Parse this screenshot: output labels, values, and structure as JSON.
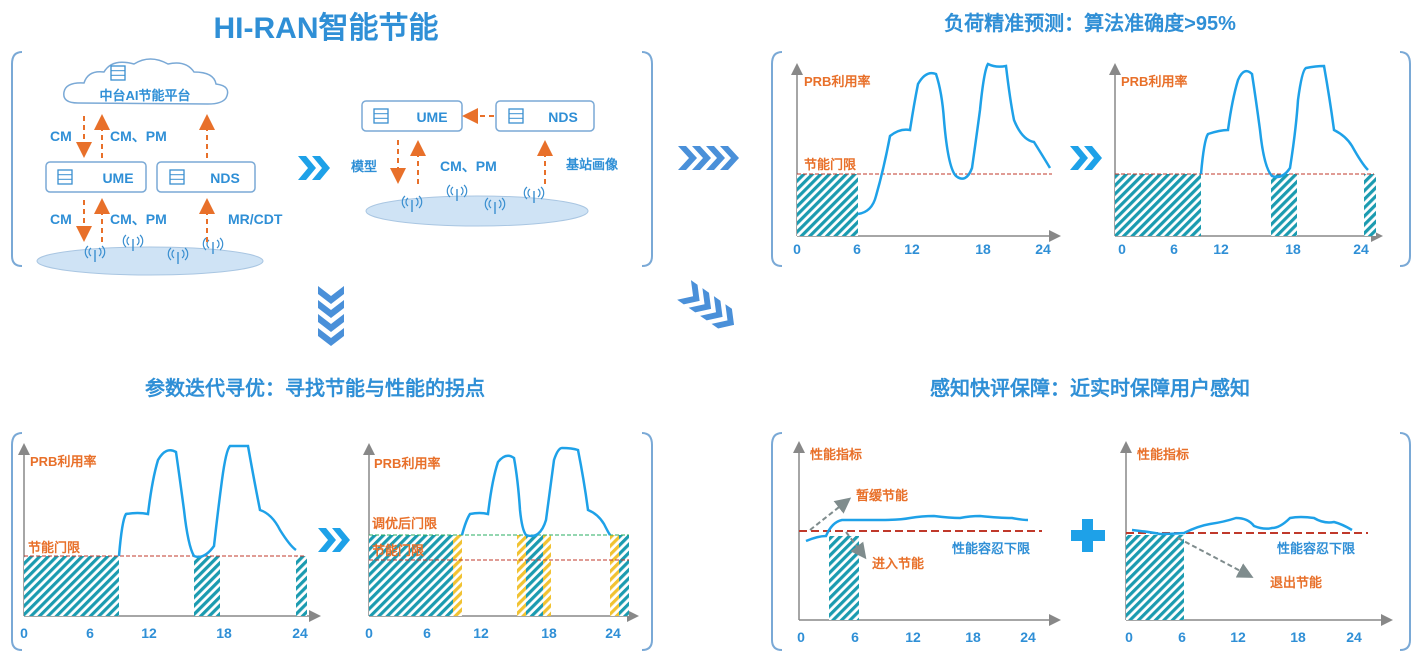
{
  "title": "HI-RAN智能节能",
  "sections": {
    "forecast": "负荷精准预测：算法准确度>95%",
    "tuning": "参数迭代寻优：寻找节能与性能的拐点",
    "perception": "感知快评保障：近实时保障用户感知"
  },
  "architecture": {
    "cloud_label": "中台AI节能平台",
    "ume": "UME",
    "nds": "NDS",
    "links": {
      "cm": "CM",
      "cm_pm": "CM、PM",
      "mr_cdt": "MR/CDT",
      "model": "模型",
      "site_profile": "基站画像"
    }
  },
  "labels": {
    "prb": "PRB利用率",
    "threshold": "节能门限",
    "tuned_threshold": "调优后门限",
    "perf_metric": "性能指标",
    "perf_lower_limit": "性能容忍下限",
    "slow_saving": "暂缓节能",
    "enter_saving": "进入节能",
    "exit_saving": "退出节能"
  },
  "colors": {
    "accent_blue": "#2f8fd6",
    "curve_blue": "#1ea1e8",
    "orange": "#e8702a",
    "threshold_red": "#c0392b",
    "hatch_teal": "#1b9bb0",
    "hatch_yellow": "#f1c232",
    "ellipse_fill": "#cfe3f5"
  },
  "chart_data": [
    {
      "type": "area",
      "x_ticks": [
        "0",
        "6",
        "12",
        "18",
        "24"
      ],
      "y_label": "PRB利用率",
      "threshold_label": "节能门限",
      "saving_windows_hours": [
        [
          0,
          6
        ]
      ]
    },
    {
      "type": "area",
      "x_ticks": [
        "0",
        "6",
        "12",
        "18",
        "24"
      ],
      "y_label": "PRB利用率",
      "saving_windows_hours": [
        [
          0,
          9
        ],
        [
          16,
          18.5
        ],
        [
          23.2,
          24
        ]
      ]
    },
    {
      "type": "area",
      "x_ticks": [
        "0",
        "6",
        "12",
        "18",
        "24"
      ],
      "y_label": "PRB利用率",
      "threshold_label": "节能门限",
      "saving_windows_hours": [
        [
          0,
          9
        ],
        [
          16,
          18.5
        ],
        [
          23.2,
          24
        ]
      ]
    },
    {
      "type": "area",
      "x_ticks": [
        "0",
        "6",
        "12",
        "18",
        "24"
      ],
      "y_label": "PRB利用率",
      "threshold_labels": [
        "调优后门限",
        "节能门限"
      ],
      "saving_windows_hours": [
        [
          0,
          9
        ],
        [
          15.5,
          18.5
        ],
        [
          23.2,
          24
        ]
      ]
    },
    {
      "type": "line",
      "x_ticks": [
        "0",
        "6",
        "12",
        "18",
        "24"
      ],
      "y_label": "性能指标",
      "limit_label": "性能容忍下限",
      "annotations": [
        "暂缓节能",
        "进入节能"
      ],
      "saving_windows_hours": [
        [
          3,
          6
        ]
      ]
    },
    {
      "type": "line",
      "x_ticks": [
        "0",
        "6",
        "12",
        "18",
        "24"
      ],
      "y_label": "性能指标",
      "limit_label": "性能容忍下限",
      "annotations": [
        "退出节能"
      ],
      "saving_windows_hours": [
        [
          0,
          6
        ]
      ]
    }
  ]
}
